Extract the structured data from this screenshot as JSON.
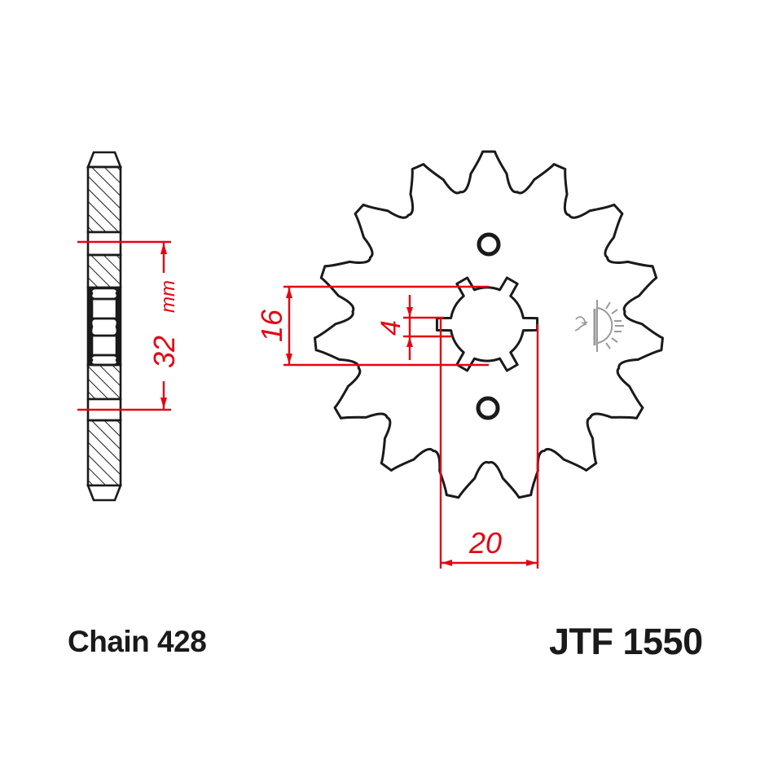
{
  "title": "Front sprocket technical drawing",
  "labels": {
    "chain": "Chain 428",
    "part_number": "JTF 1550"
  },
  "dimensions": {
    "bolt_spacing": {
      "value": "32",
      "unit": "mm"
    },
    "spline_major_diameter": {
      "value": "16"
    },
    "spline_width": {
      "value": "4"
    },
    "hub_width": {
      "value": "20"
    }
  },
  "sprocket": {
    "teeth": 15,
    "bolt_holes": 2,
    "splines": 6
  },
  "colors": {
    "outline": "#1a1a1a",
    "dimension": "#e30613",
    "hatch": "#1a1a1a",
    "symbol": "#9a9a9a",
    "background": "#ffffff"
  },
  "icons": {
    "face-symbol": "sun-half-face-icon"
  }
}
